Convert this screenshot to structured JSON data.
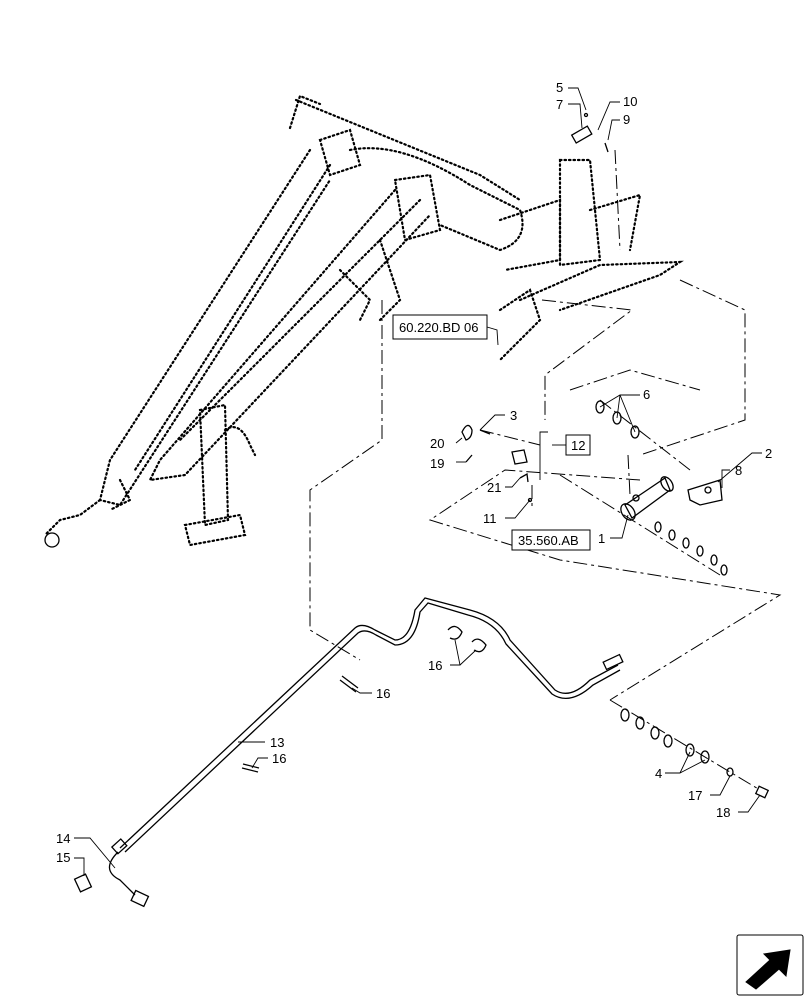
{
  "callouts": {
    "c1": "1",
    "c2": "2",
    "c3": "3",
    "c4": "4",
    "c5": "5",
    "c6": "6",
    "c7": "7",
    "c8": "8",
    "c9": "9",
    "c10": "10",
    "c11": "11",
    "c12": "12",
    "c13": "13",
    "c14": "14",
    "c15": "15",
    "c16a": "16",
    "c16b": "16",
    "c16c": "16",
    "c17": "17",
    "c18": "18",
    "c19": "19",
    "c20": "20",
    "c21": "21"
  },
  "references": {
    "ref_60220": "60.220.BD 06",
    "ref_35560": "35.560.AB"
  },
  "icons": {
    "nav": "arrow-icon"
  }
}
